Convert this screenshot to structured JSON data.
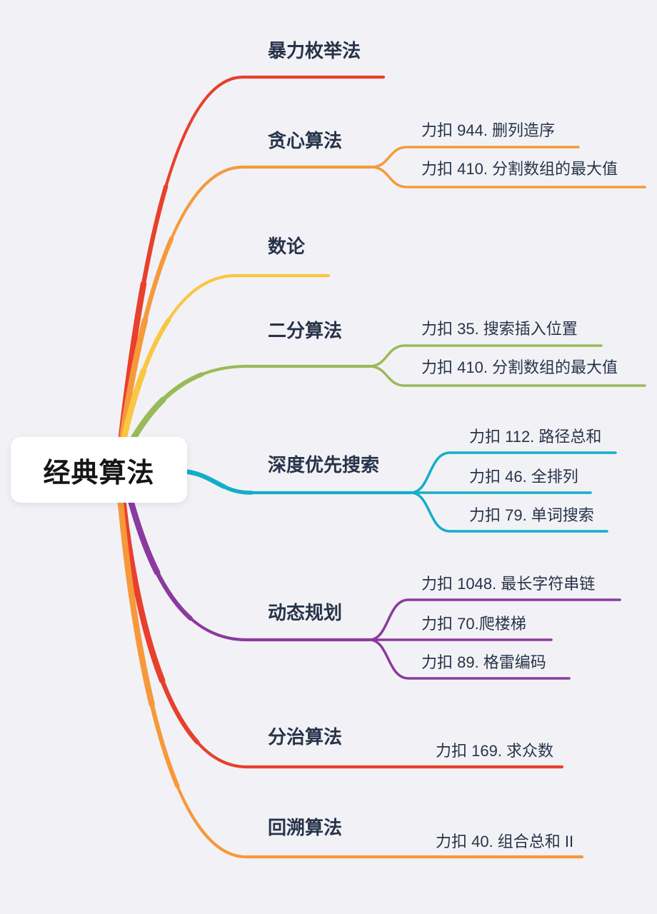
{
  "canvas": {
    "background": "#f2f2f6",
    "text_color": "#273349"
  },
  "root": {
    "label": "经典算法"
  },
  "branches": [
    {
      "id": "brute-force",
      "label": "暴力枚举法",
      "color": "#e8402c",
      "children": []
    },
    {
      "id": "greedy",
      "label": "贪心算法",
      "color": "#f6993c",
      "children": [
        {
          "label": "力扣 944. 删列造序"
        },
        {
          "label": "力扣 410. 分割数组的最大值"
        }
      ]
    },
    {
      "id": "number-theory",
      "label": "数论",
      "color": "#fbc640",
      "children": []
    },
    {
      "id": "binary-search",
      "label": "二分算法",
      "color": "#9aba58",
      "children": [
        {
          "label": "力扣 35. 搜索插入位置"
        },
        {
          "label": "力扣 410. 分割数组的最大值"
        }
      ]
    },
    {
      "id": "dfs",
      "label": "深度优先搜索",
      "color": "#14adc9",
      "children": [
        {
          "label": "力扣 112. 路径总和"
        },
        {
          "label": "力扣 46. 全排列"
        },
        {
          "label": "力扣 79. 单词搜索"
        }
      ]
    },
    {
      "id": "dp",
      "label": "动态规划",
      "color": "#8b3a9e",
      "children": [
        {
          "label": "力扣 1048. 最长字符串链"
        },
        {
          "label": "力扣 70.爬楼梯"
        },
        {
          "label": "力扣 89. 格雷编码"
        }
      ]
    },
    {
      "id": "divide-conquer",
      "label": "分治算法",
      "color": "#e8402c",
      "children": [
        {
          "label": "力扣 169. 求众数"
        }
      ]
    },
    {
      "id": "backtracking",
      "label": "回溯算法",
      "color": "#f6993c",
      "children": [
        {
          "label": "力扣 40. 组合总和 II"
        }
      ]
    }
  ]
}
